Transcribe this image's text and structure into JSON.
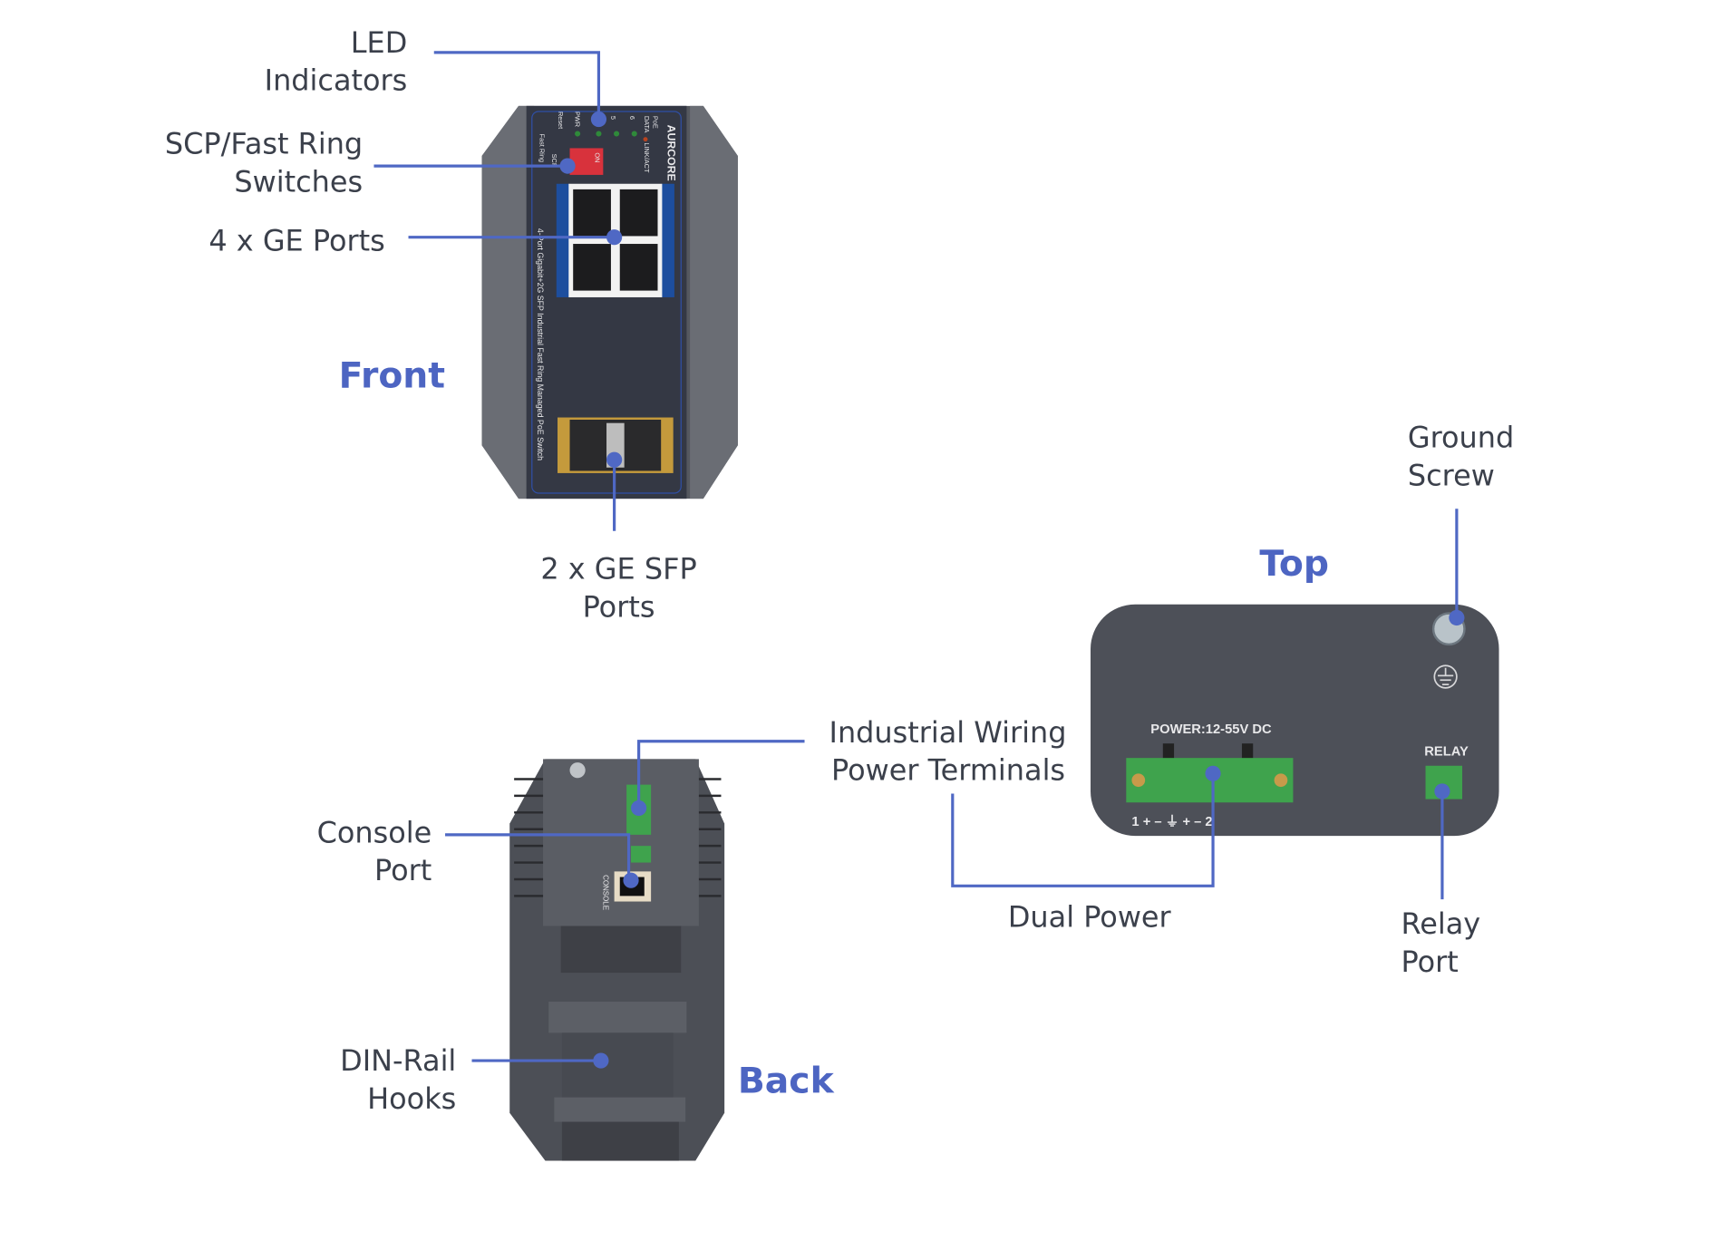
{
  "views": {
    "front": "Front",
    "top": "Top",
    "back": "Back"
  },
  "callouts": {
    "led": [
      "LED",
      "Indicators"
    ],
    "scp": [
      "SCP/Fast Ring",
      "Switches"
    ],
    "ge_ports": [
      "4 x GE Ports"
    ],
    "sfp": [
      "2 x GE SFP",
      "Ports"
    ],
    "ground": [
      "Ground",
      "Screw"
    ],
    "wiring": [
      "Industrial Wiring",
      "Power Terminals"
    ],
    "console": [
      "Console",
      "Port"
    ],
    "dual_power": [
      "Dual Power"
    ],
    "relay": [
      "Relay",
      "Port"
    ],
    "din": [
      "DIN-Rail",
      "Hooks"
    ]
  },
  "device_text": {
    "brand": "AURCORE",
    "model": "4-Port Gigabit+2G SFP Industrial Fast Ring Managed PoE Switch",
    "led_labels": [
      "PWR",
      "5",
      "6",
      "PoE",
      "DATA",
      "LINK/ACT",
      "Reset",
      "Fast Ring",
      "SCP",
      "ON"
    ],
    "power": "POWER:12-55V DC",
    "relay": "RELAY",
    "terminal_marks": "1 +  –  ⏚  +  –  2",
    "console": "CONSOLE"
  },
  "colors": {
    "accent": "#4f68c4",
    "label": "#3b404b",
    "device": "#4a4d55",
    "terminal": "#3fa34d"
  }
}
